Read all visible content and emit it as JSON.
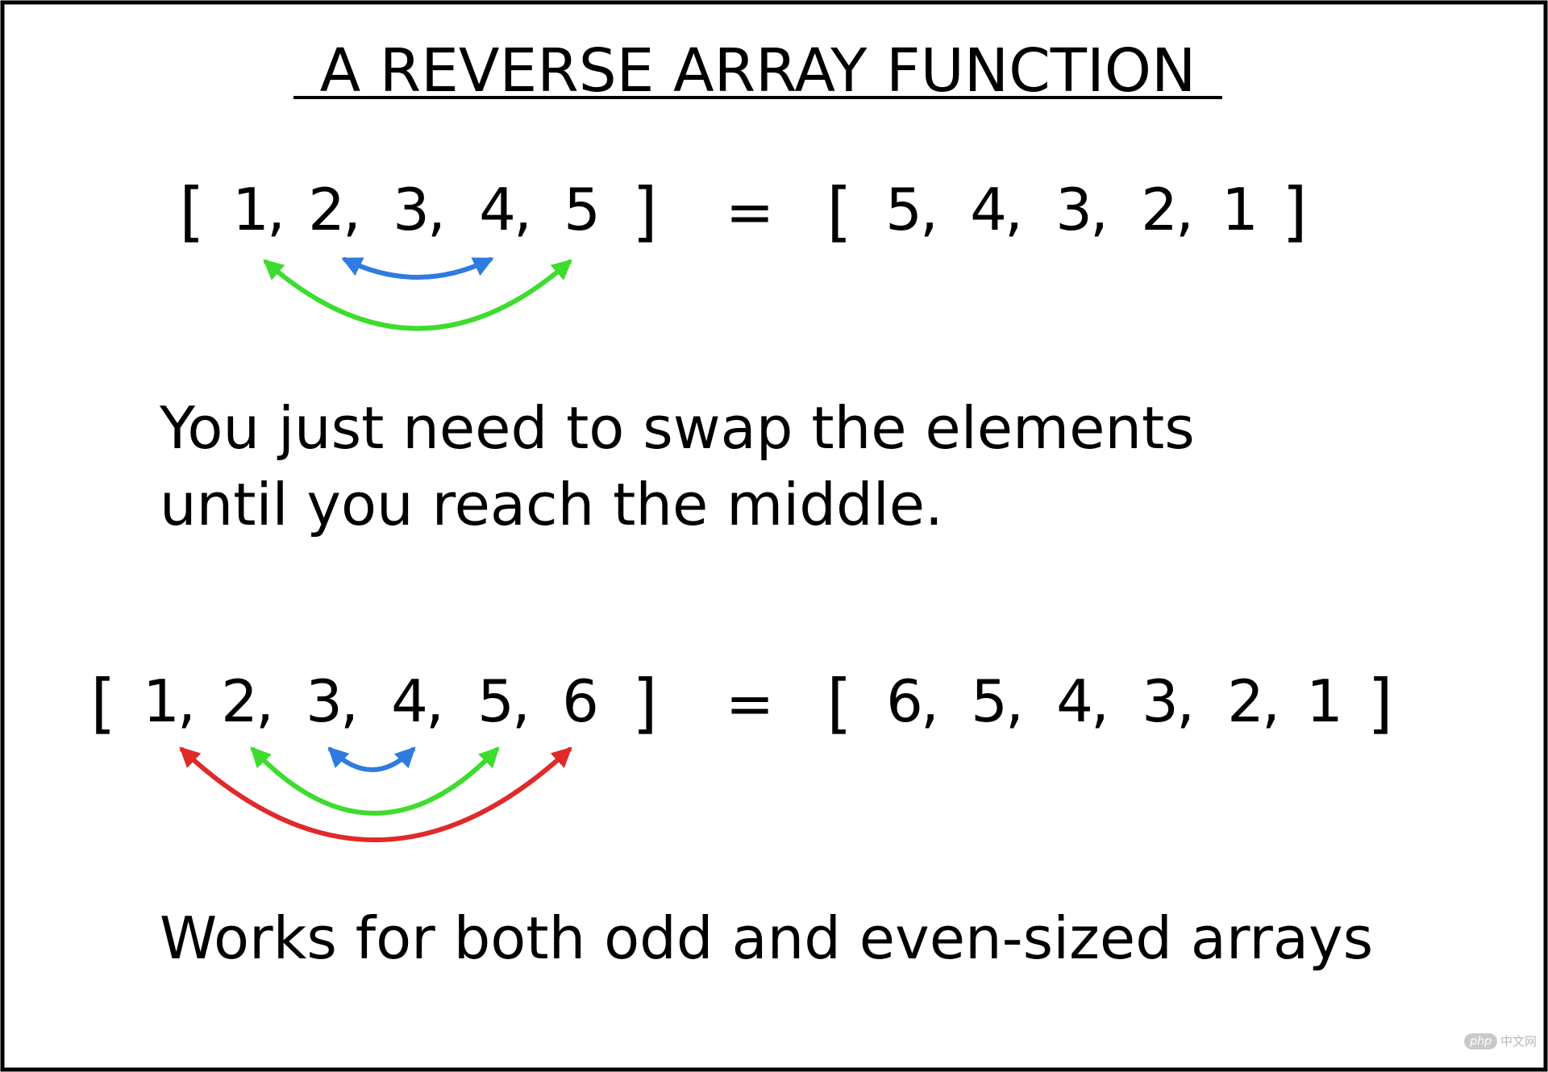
{
  "title": "A REVERSE ARRAY FUNCTION",
  "colors": {
    "ink": "#000000",
    "green": "#3ddc2f",
    "blue": "#2f7be0",
    "red": "#e02a2a"
  },
  "examples": [
    {
      "input": [
        "1",
        "2",
        "3",
        "4",
        "5"
      ],
      "equals": "=",
      "output": [
        "5",
        "4",
        "3",
        "2",
        "1"
      ],
      "swaps": [
        {
          "from": 0,
          "to": 4,
          "color": "green"
        },
        {
          "from": 1,
          "to": 3,
          "color": "blue"
        }
      ]
    },
    {
      "input": [
        "1",
        "2",
        "3",
        "4",
        "5",
        "6"
      ],
      "equals": "=",
      "output": [
        "6",
        "5",
        "4",
        "3",
        "2",
        "1"
      ],
      "swaps": [
        {
          "from": 0,
          "to": 5,
          "color": "red"
        },
        {
          "from": 1,
          "to": 4,
          "color": "green"
        },
        {
          "from": 2,
          "to": 3,
          "color": "blue"
        }
      ]
    }
  ],
  "explanation_lines": [
    "You just need to swap the elements",
    "until you reach the middle."
  ],
  "conclusion": "Works for both odd and even-sized arrays",
  "watermark": {
    "badge": "php",
    "text": "中文网"
  }
}
